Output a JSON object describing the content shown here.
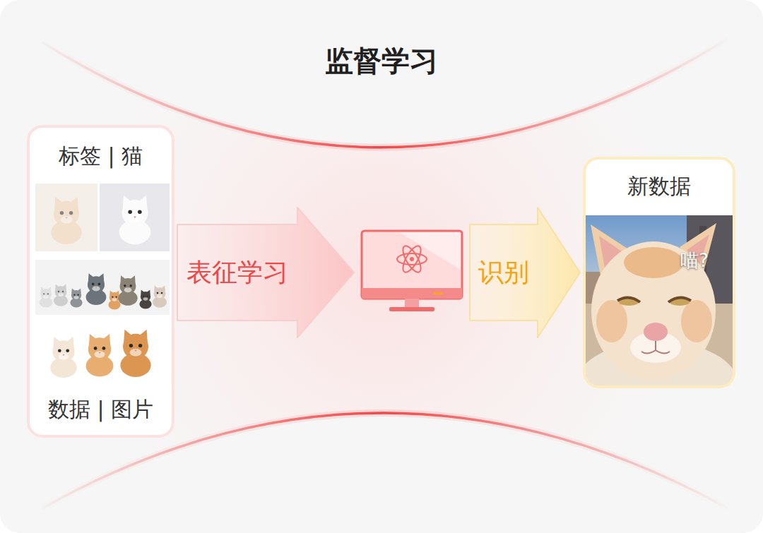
{
  "diagram": {
    "title": "监督学习",
    "nodes": [
      {
        "text": [
          "标签 | 猫",
          "数据 | 图片"
        ]
      },
      {
        "text": []
      },
      {
        "text": [
          "新数据",
          "喵?"
        ]
      }
    ],
    "edges": [
      {
        "from": 0,
        "to": 1,
        "arrow": "to",
        "label": "表征学习"
      },
      {
        "from": 1,
        "to": 2,
        "arrow": "to",
        "label": "识别"
      }
    ]
  }
}
